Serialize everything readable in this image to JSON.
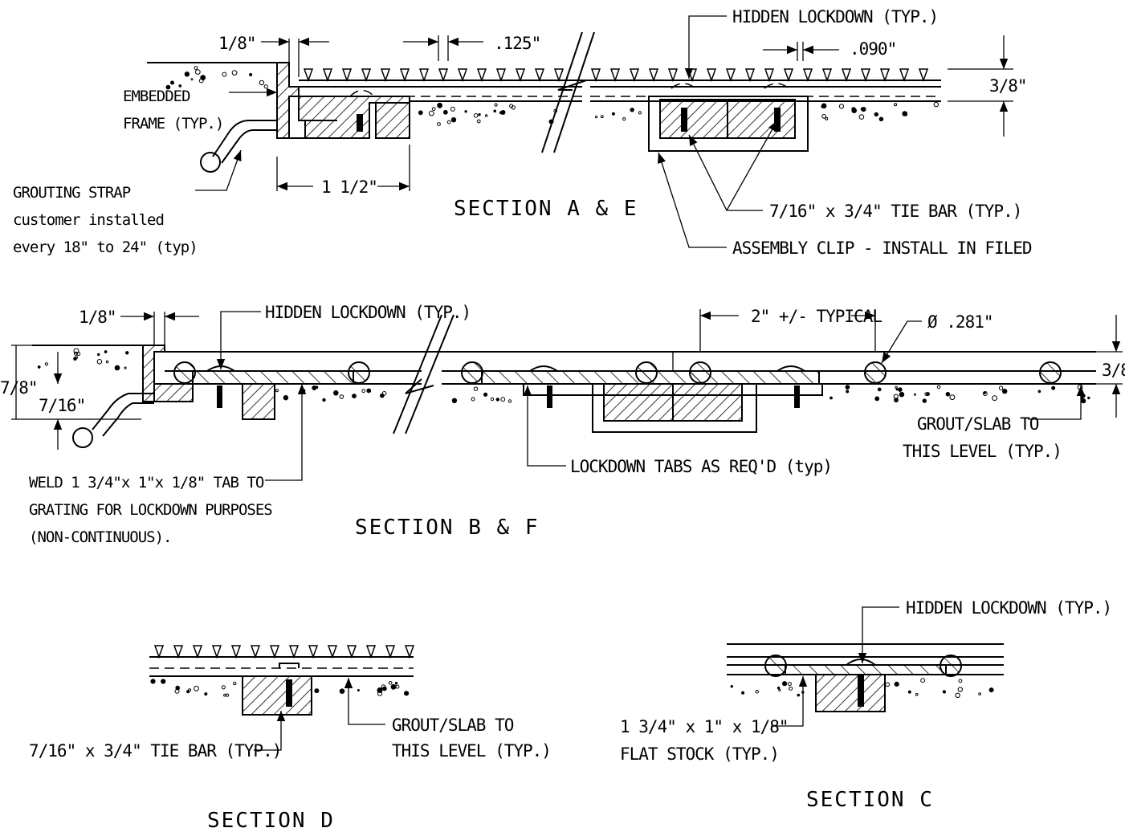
{
  "section_ae": {
    "title": "SECTION A & E",
    "dim_1_8": "1/8\"",
    "dim_125": ".125\"",
    "dim_090": ".090\"",
    "dim_3_8": "3/8\"",
    "dim_1_1_2": "1 1/2\"",
    "hidden_lockdown": "HIDDEN LOCKDOWN (TYP.)",
    "embedded_frame_1": "EMBEDDED",
    "embedded_frame_2": "FRAME (TYP.)",
    "grouting_strap_1": "GROUTING STRAP",
    "grouting_strap_2": "customer installed",
    "grouting_strap_3": "every 18\" to 24\" (typ)",
    "tie_bar": "7/16\" x 3/4\" TIE BAR (TYP.)",
    "assembly_clip": "ASSEMBLY CLIP - INSTALL IN FILED"
  },
  "section_bf": {
    "title": "SECTION B & F",
    "dim_1_8": "1/8\"",
    "hidden_lockdown": "HIDDEN LOCKDOWN (TYP.)",
    "typical_spacing": "2\" +/- TYPICAL",
    "diameter": "Ø .281\"",
    "dim_3_8": "3/8",
    "dim_7_8": "7/8\"",
    "dim_7_16": "7/16\"",
    "weld_1": "WELD 1 3/4\"x 1\"x 1/8\" TAB TO",
    "weld_2": "GRATING FOR LOCKDOWN PURPOSES",
    "weld_3": "(NON-CONTINUOUS).",
    "lockdown_tabs": "LOCKDOWN TABS AS REQ'D (typ)",
    "grout_1": "GROUT/SLAB TO",
    "grout_2": "THIS LEVEL (TYP.)"
  },
  "section_d": {
    "title": "SECTION D",
    "tie_bar": "7/16\" x 3/4\" TIE BAR (TYP.)",
    "grout_1": "GROUT/SLAB TO",
    "grout_2": "THIS LEVEL (TYP.)"
  },
  "section_c": {
    "title": "SECTION C",
    "hidden_lockdown": "HIDDEN LOCKDOWN (TYP.)",
    "flat_stock_1": "1 3/4\" x 1\" x 1/8\"",
    "flat_stock_2": "FLAT STOCK (TYP.)"
  }
}
